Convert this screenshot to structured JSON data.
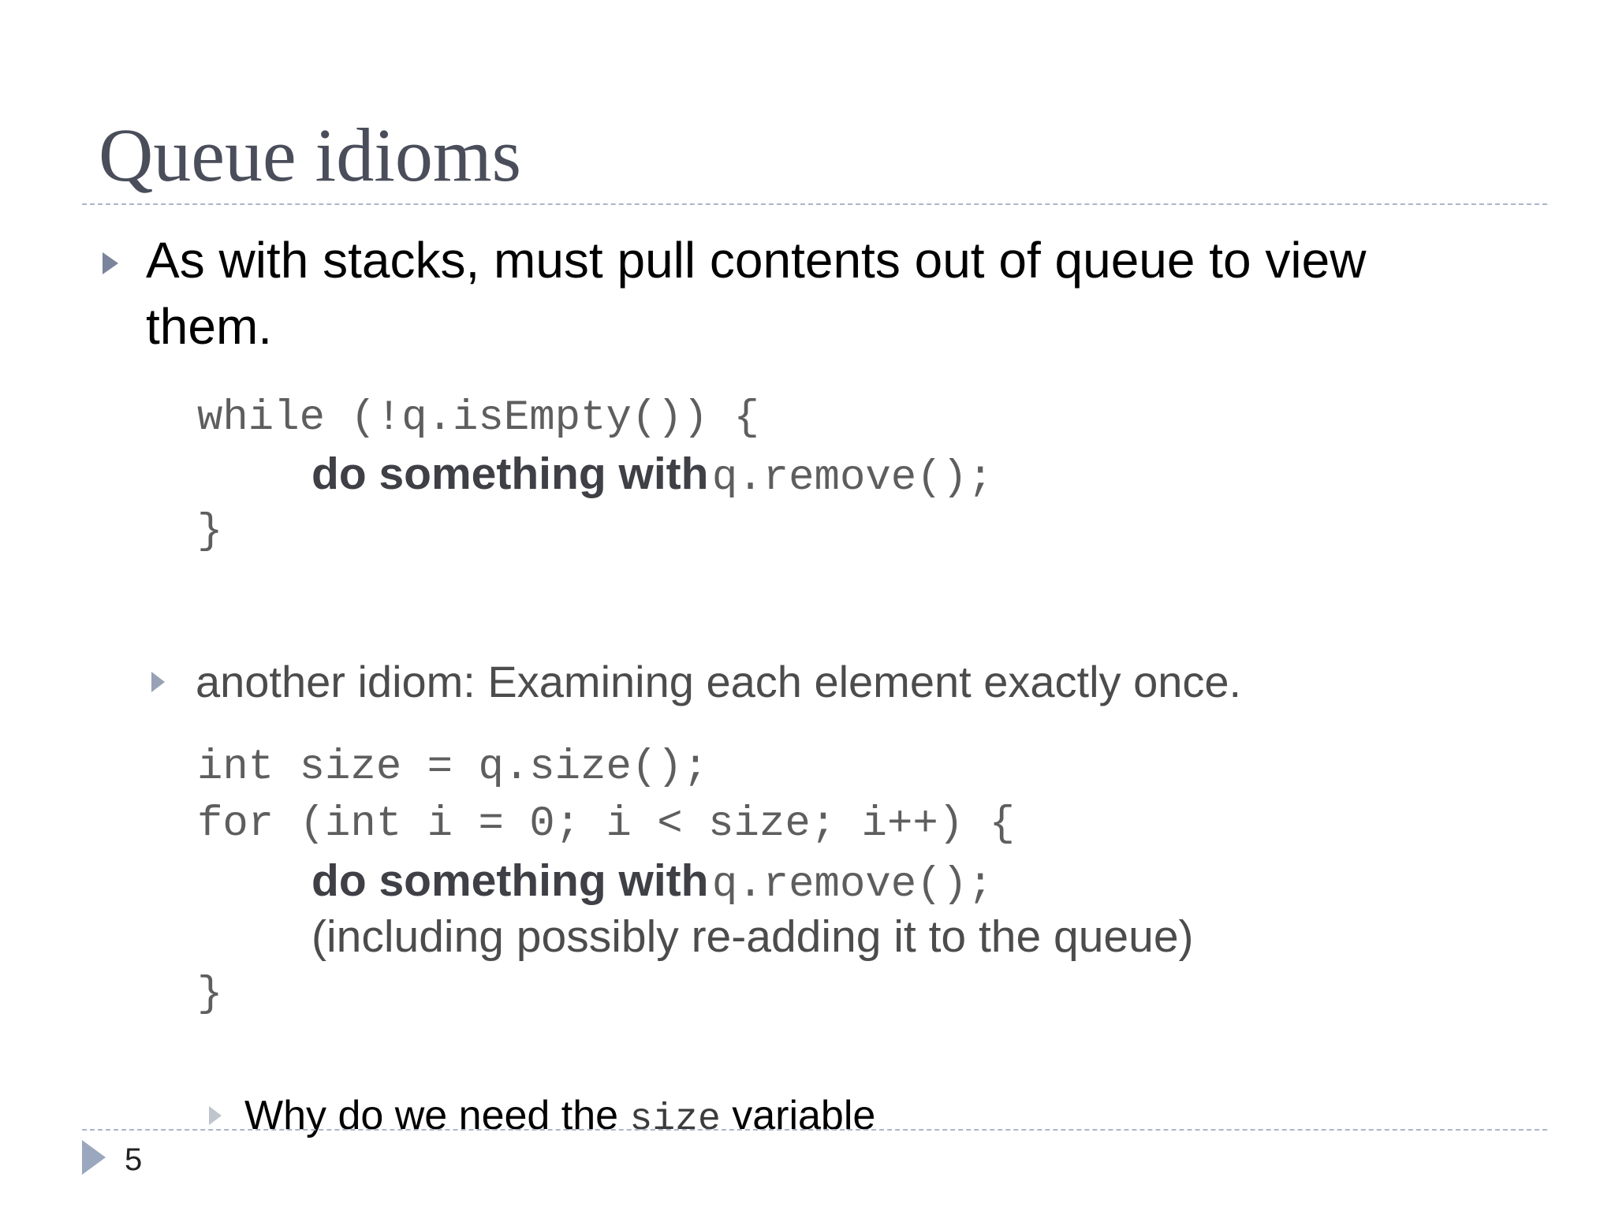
{
  "slide": {
    "title": "Queue idioms",
    "number": "5"
  },
  "bullet1": {
    "line1": "As with stacks, must pull contents out of queue to view",
    "line2": "them."
  },
  "code1": {
    "line1": "while (!q.isEmpty()) {",
    "line2_bold": "do something with",
    "line2_code": "q.remove();",
    "line3": "}"
  },
  "bullet2": {
    "text": "another idiom: Examining each element exactly once."
  },
  "code2": {
    "line1": "int size = q.size();",
    "line2": "for (int i = 0; i < size; i++) {",
    "line3_bold": "do something with",
    "line3_code": "q.remove();",
    "line4": "(including possibly re-adding it to the queue)",
    "line5": "}"
  },
  "bullet3": {
    "text_before": "Why do we need the",
    "code": "size",
    "text_after": "variable"
  },
  "colors": {
    "title": "#4a4d5a",
    "rule": "#a9b6c9",
    "bullet_primary": "#7a849b",
    "footer_bullet": "#9aa7bf"
  },
  "icons": {
    "bullet": "triangle-right-icon"
  }
}
